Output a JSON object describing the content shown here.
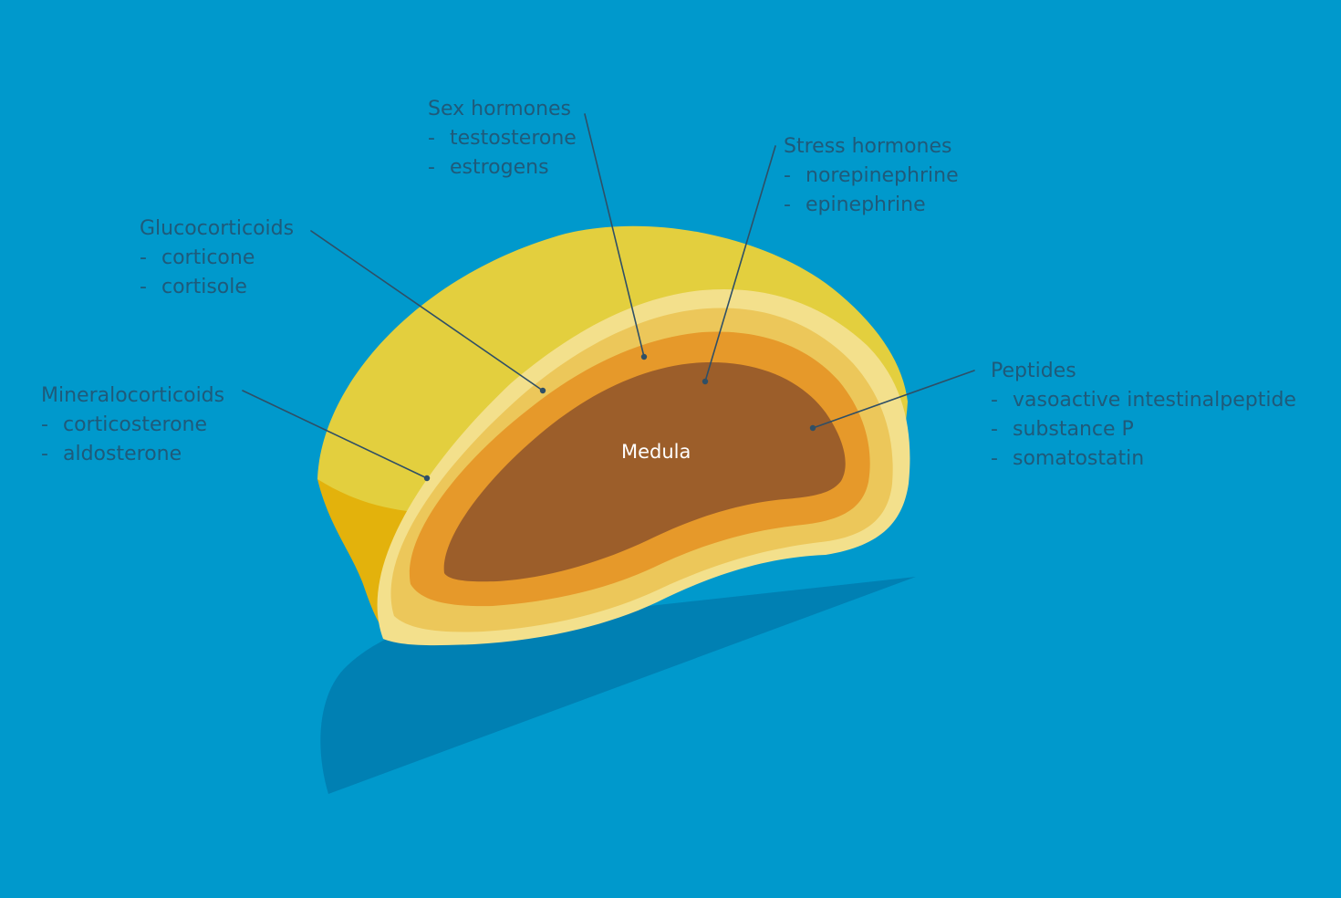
{
  "diagram": {
    "medula_label": "Medula",
    "groups": {
      "sex_hormones": {
        "title": "Sex hormones",
        "items": [
          "testosterone",
          "estrogens"
        ]
      },
      "stress_hormones": {
        "title": "Stress hormones",
        "items": [
          "norepinephrine",
          "epinephrine"
        ]
      },
      "glucocorticoids": {
        "title": "Glucocorticoids",
        "items": [
          "corticone",
          "cortisole"
        ]
      },
      "mineralocorticoids": {
        "title": "Mineralocorticoids",
        "items": [
          "corticosterone",
          "aldosterone"
        ]
      },
      "peptides": {
        "title": "Peptides",
        "items": [
          "vasoactive intestinalpeptide",
          "substance P",
          "somatostatin"
        ]
      }
    },
    "list_marker": "-",
    "colors": {
      "background": "#0099cc",
      "label_text": "#1f5a7a",
      "outer_capsule": "#e3cf3e",
      "capsule_side": "#e3b20c",
      "rim_light": "#f3e08c",
      "zona_glomerulosa": "#ecc75a",
      "zona_fasciculata": "#e6992a",
      "medulla": "#9c5e2a",
      "shadow": "#0080b3",
      "leader_line": "#2f4f66"
    }
  }
}
